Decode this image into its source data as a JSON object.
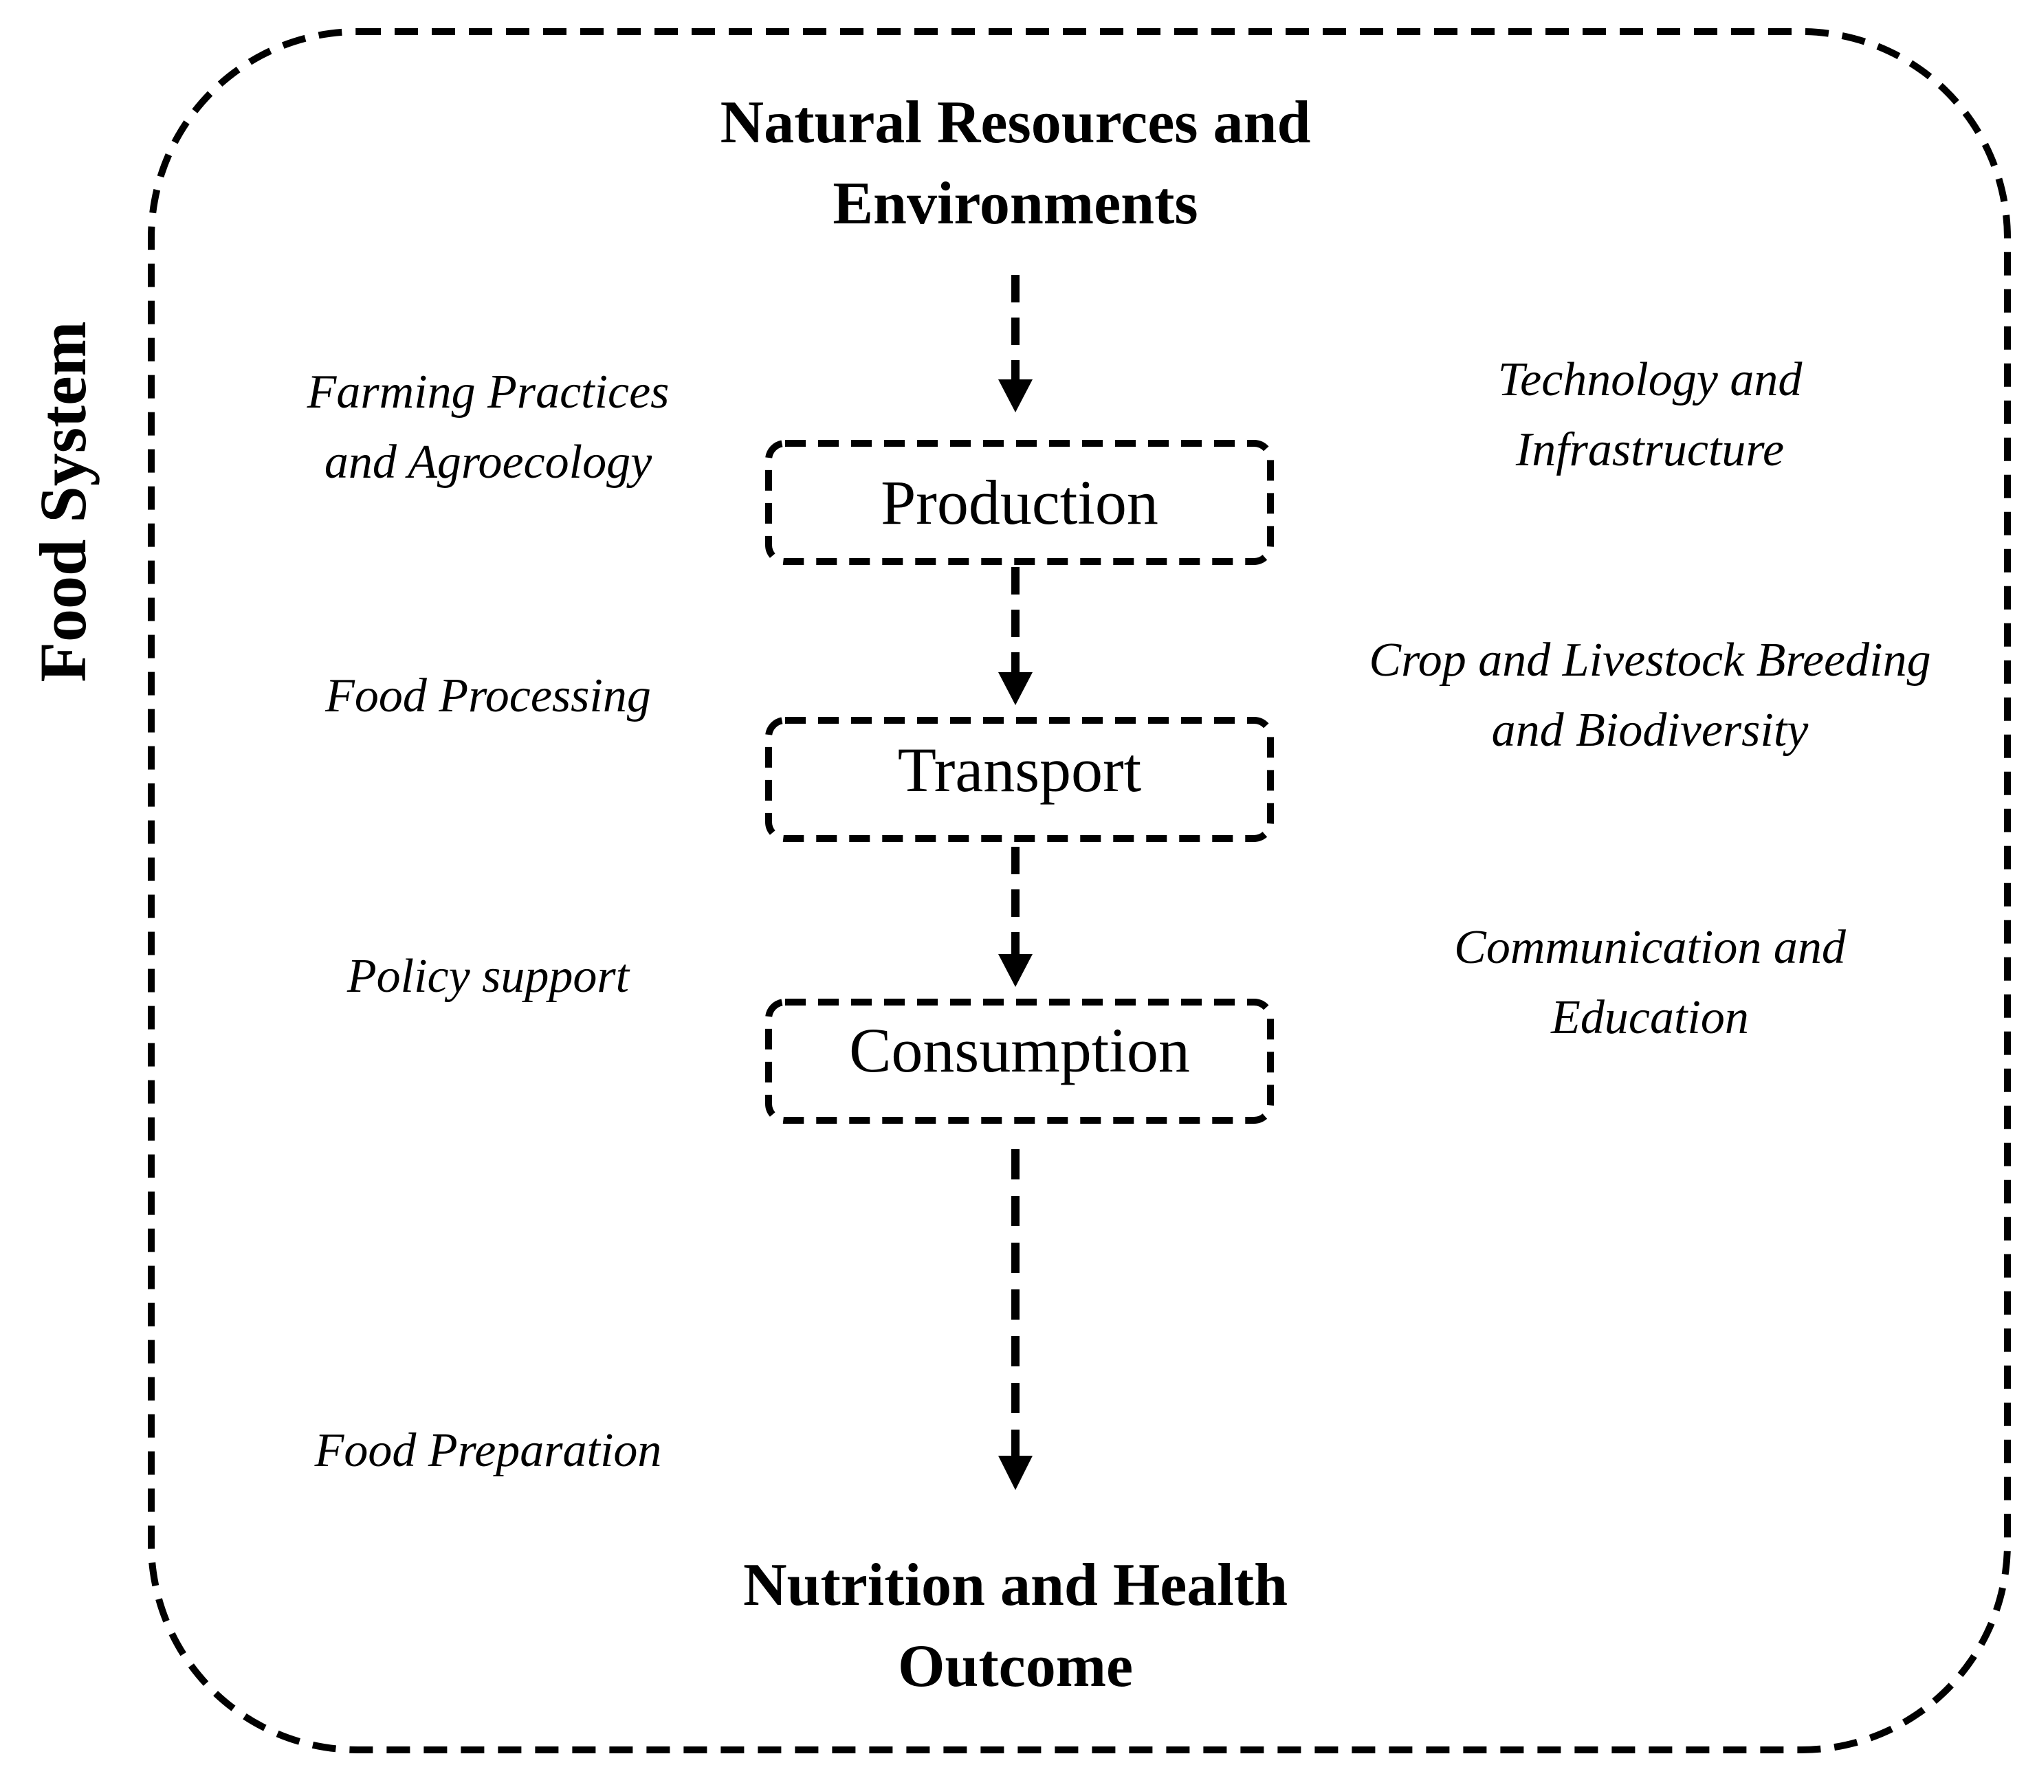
{
  "system_label": "Food System",
  "top_node": "Natural Resources and\nEnvironments",
  "bottom_node": "Nutrition and Health\nOutcome",
  "stages": [
    {
      "label": "Production"
    },
    {
      "label": "Transport"
    },
    {
      "label": "Consumption"
    }
  ],
  "left_factors": [
    {
      "label": "Farming Practices\nand Agroecology"
    },
    {
      "label": "Food Processing"
    },
    {
      "label": "Policy support"
    },
    {
      "label": "Food Preparation"
    }
  ],
  "right_factors": [
    {
      "label": "Technology and\nInfrastructure"
    },
    {
      "label": "Crop and Livestock Breeding\nand Biodiversity"
    },
    {
      "label": "Communication and\nEducation"
    }
  ],
  "colors": {
    "stroke": "#000000",
    "background": "#ffffff"
  }
}
